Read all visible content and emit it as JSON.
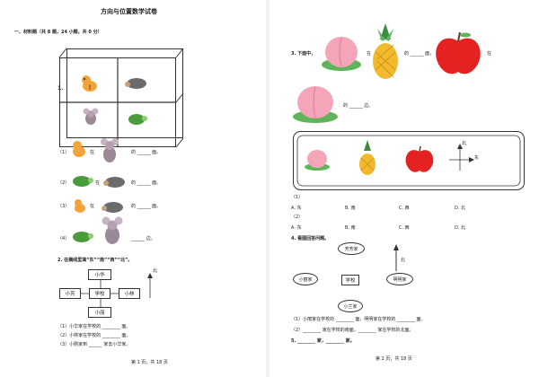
{
  "left": {
    "title": "方向与位置数学试卷",
    "section": "一、材料题（共 8 题，24 小题，共 0 分）",
    "q1_num": "1.",
    "q1_parts": [
      {
        "num": "（1）",
        "text": "在",
        "tail": "的 ______ 面。"
      },
      {
        "num": "（2）",
        "text": "在",
        "tail": "的 ______ 面。"
      },
      {
        "num": "（3）",
        "text": "在",
        "tail": "的 ______ 面。"
      },
      {
        "num": "（4）",
        "text": "在",
        "tail": "______ 边。"
      }
    ],
    "q2_text": "2. 在横线里填“东”“南”“西”“北”。",
    "map": {
      "north": "北",
      "center": "学校",
      "top": "小华",
      "left": "小芳",
      "right": "小林",
      "bottom": "小丽"
    },
    "q2_answers": [
      "（1）小华家在学校的 ________ 面。",
      "（2）小林家在学校的 ________ 面。",
      "（3）小刚家到 ______ 家去小华家。"
    ],
    "footer": "第 1 页，共 18 页"
  },
  "right": {
    "q3_text": "3. 下面中，",
    "q3_mid1": "在",
    "q3_mid2": "的 ______ 面，",
    "q3_tail": "在",
    "q3_line2": "的 ______ 边。",
    "compass": {
      "north": "北",
      "east": "东"
    },
    "sub1": "（1）",
    "options_row1": [
      "A. 东",
      "B. 南",
      "C. 西",
      "D. 北"
    ],
    "sub2": "（2）",
    "options_row2": [
      "A. 东",
      "B. 南",
      "C. 西",
      "D. 北"
    ],
    "q4_text": "4. 看图回答问题。",
    "map": {
      "north": "北",
      "top": "芳芳家",
      "left": "小丽家",
      "center": "学校",
      "right": "明明家",
      "bottom": "小兰家"
    },
    "q4_answers": [
      "（1）小丽家在学校的 ________ 面，明明家在学校的 ________ 面。",
      "（2）________ 家在学校的南面，________ 家在学校的北面。"
    ],
    "q5_text": "5. ________ 家，________ 家。",
    "footer": "第 2 页，共 18 页"
  },
  "colors": {
    "peach": "#f4a6b8",
    "leaf": "#5fb35a",
    "pineapple": "#f2b92e",
    "apple": "#e52222"
  }
}
